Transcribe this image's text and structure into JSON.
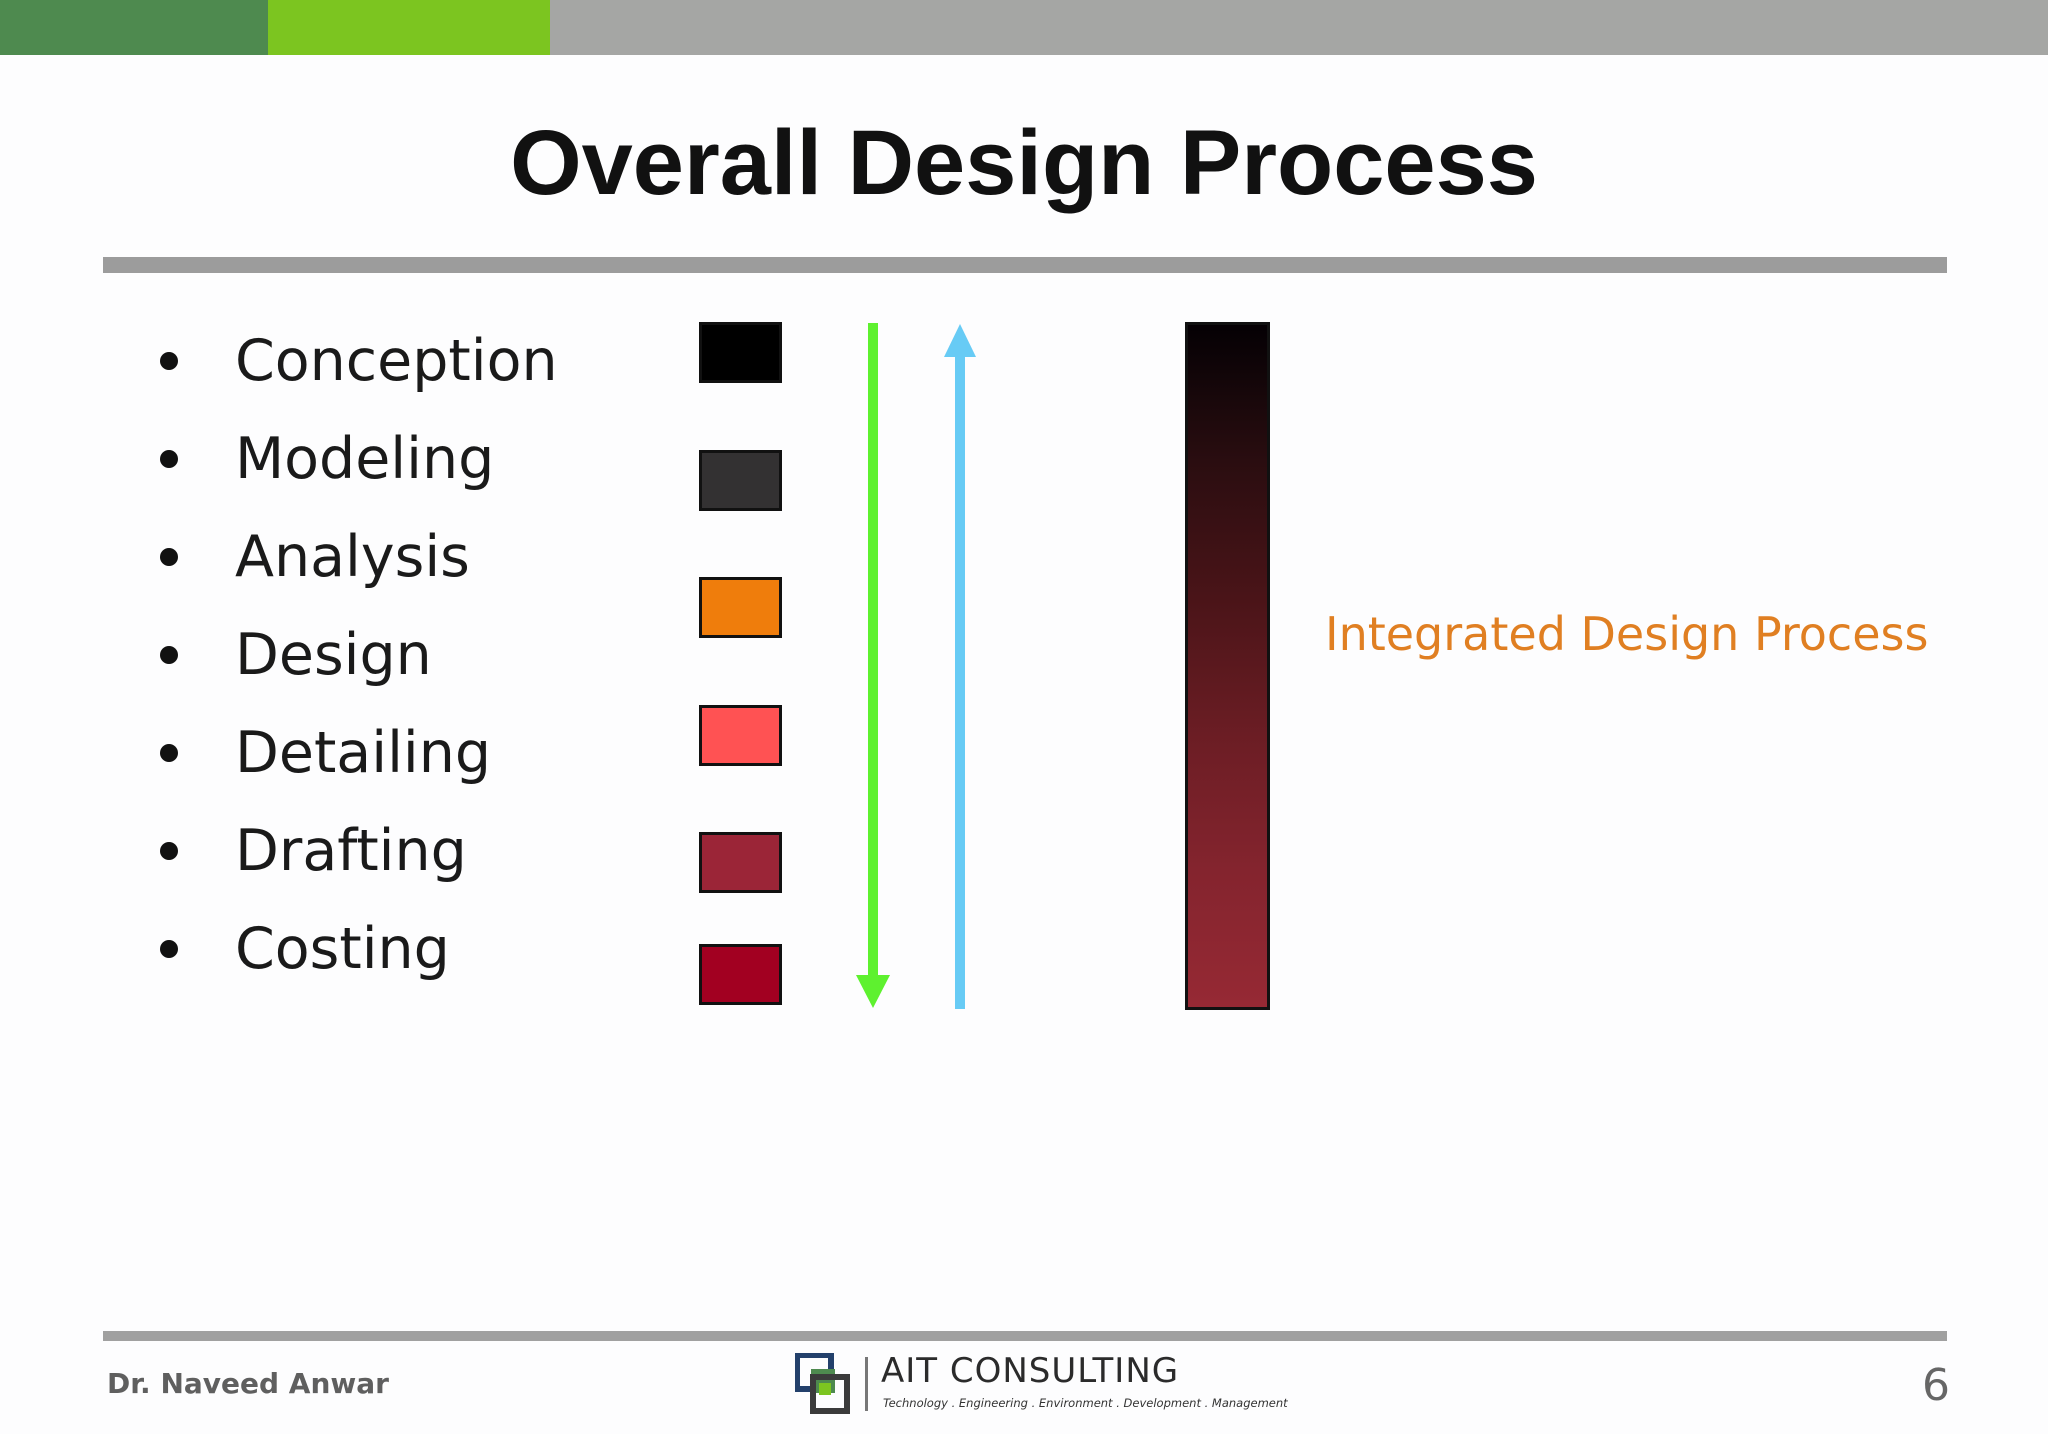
{
  "title": "Overall Design Process",
  "process_steps": [
    {
      "label": "Conception",
      "color": "#000000"
    },
    {
      "label": "Modeling",
      "color": "#333132"
    },
    {
      "label": "Analysis",
      "color": "#ef7d0c"
    },
    {
      "label": "Design",
      "color": "#ff5253"
    },
    {
      "label": "Detailing",
      "color": "#9b2537"
    },
    {
      "label": "Drafting",
      "color": null
    },
    {
      "label": "Costing",
      "color": "#a20021"
    }
  ],
  "arrows": {
    "down_color": "#5ef12f",
    "up_color": "#67cbf5"
  },
  "integrated_label": "Integrated Design Process",
  "colors": {
    "accent_orange": "#e07f22",
    "band_dark_green": "#4e8a4f",
    "band_light_green": "#7cc520",
    "band_gray": "#a5a6a4"
  },
  "footer": {
    "author": "Dr. Naveed Anwar",
    "page_number": "6",
    "logo_name": "AIT CONSULTING",
    "logo_tagline": "Technology . Engineering . Environment . Development . Management"
  }
}
